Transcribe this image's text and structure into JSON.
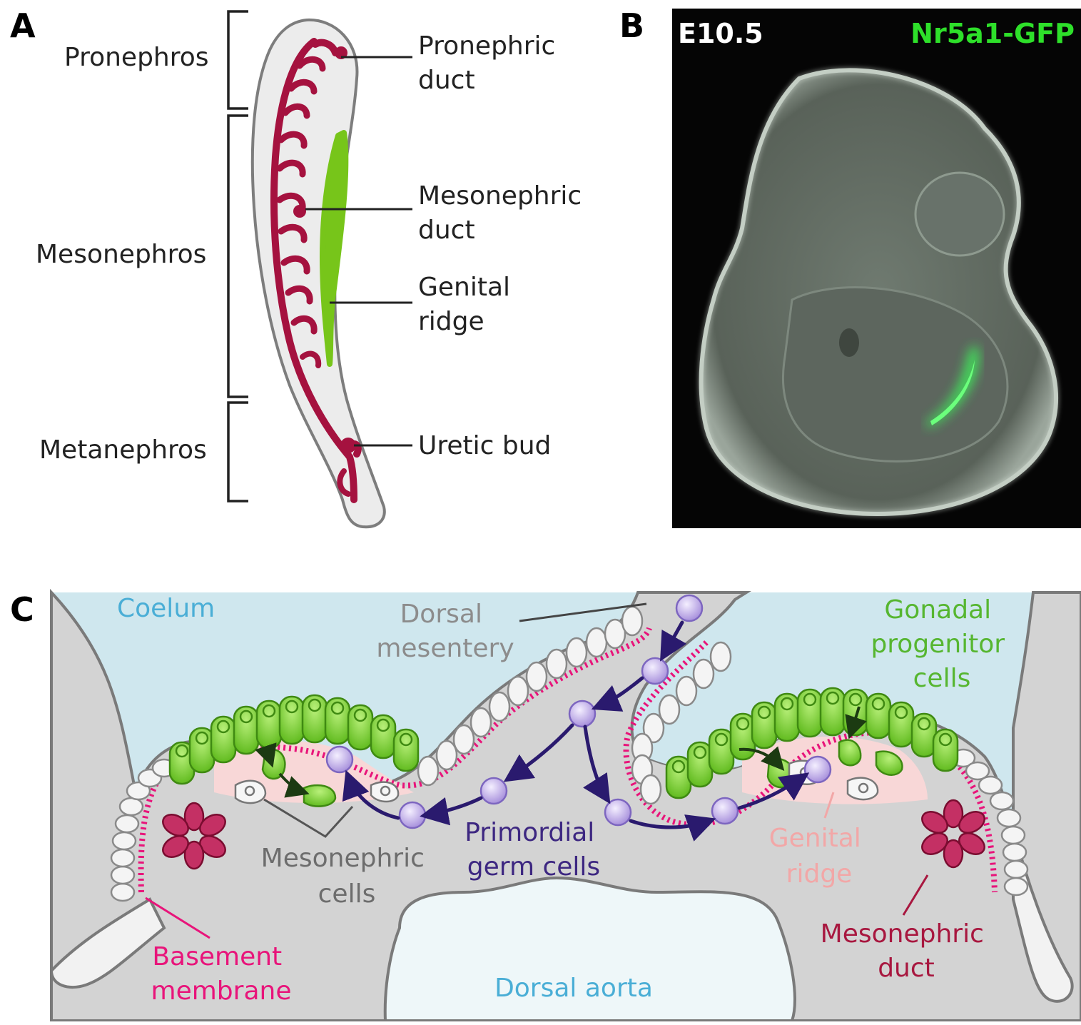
{
  "panel_a": {
    "letter": "A",
    "regions": {
      "pronephros": "Pronephros",
      "mesonephros": "Mesonephros",
      "metanephros": "Metanephros"
    },
    "labels": {
      "pronephric_duct": [
        "Pronephric",
        "duct"
      ],
      "mesonephric_duct": [
        "Mesonephric",
        "duct"
      ],
      "genital_ridge": [
        "Genital",
        "ridge"
      ],
      "uretic_bud": "Uretic bud"
    }
  },
  "panel_b": {
    "letter": "B",
    "stage": "E10.5",
    "marker": "Nr5a1-GFP"
  },
  "panel_c": {
    "letter": "C",
    "labels": {
      "coelum": "Coelum",
      "dorsal_mesentery": [
        "Dorsal",
        "mesentery"
      ],
      "gonadal_progenitor_cells": [
        "Gonadal",
        "progenitor",
        "cells"
      ],
      "primordial_germ_cells": [
        "Primordial",
        "germ cells"
      ],
      "mesonephric_cells": [
        "Mesonephric",
        "cells"
      ],
      "genital_ridge": [
        "Genital",
        "ridge"
      ],
      "mesonephric_duct": [
        "Mesonephric",
        "duct"
      ],
      "basement_membrane": [
        "Basement",
        "membrane"
      ],
      "dorsal_aorta": "Dorsal aorta"
    }
  },
  "colors": {
    "duct_crimson": "#a5123f",
    "ridge_green": "#77c51a",
    "gfp_green": "#3df05a",
    "coelum_blue": "#cfe7ee",
    "tissue_gray": "#d3d3d3",
    "basement_pink": "#e8147a",
    "pgc_purple": "#b9a6e3",
    "arrow_indigo": "#2a1a6e",
    "coelum_text": "#4aaed6",
    "mesentery_text": "#8c8c8c",
    "progenitor_text": "#56b630",
    "pgc_text": "#3d2781",
    "mesonephric_cells_text": "#6d6d6d",
    "genital_ridge_text": "#f2a7a7",
    "duct_text": "#a8173f",
    "membrane_text": "#e8147a",
    "aorta_text": "#4aaed6"
  }
}
